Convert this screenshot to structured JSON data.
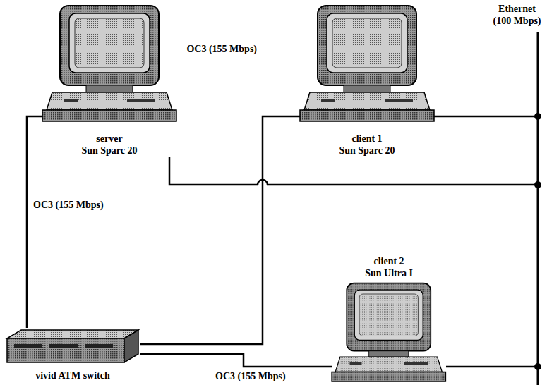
{
  "diagram": {
    "nodes": [
      {
        "text": [
          "server",
          "Sun Sparc 20"
        ]
      },
      {
        "text": [
          "client 1",
          "Sun Sparc 20"
        ]
      },
      {
        "text": [
          "Ethernet",
          "(100 Mbps)"
        ]
      },
      {
        "text": [
          "client 2",
          "Sun Ultra I"
        ]
      },
      {
        "text": [
          "vivid ATM switch"
        ]
      }
    ],
    "edges": [
      {
        "from": 0,
        "to": 4,
        "arrow": "none",
        "label": "OC3 (155 Mbps)"
      },
      {
        "from": 4,
        "to": 1,
        "arrow": "none",
        "label": "OC3 (155 Mbps)"
      },
      {
        "from": 4,
        "to": 3,
        "arrow": "none",
        "label": "OC3 (155 Mbps)"
      },
      {
        "from": 1,
        "to": 2,
        "arrow": "none"
      },
      {
        "from": 0,
        "to": 2,
        "arrow": "none"
      },
      {
        "from": 3,
        "to": 2,
        "arrow": "none"
      }
    ]
  }
}
